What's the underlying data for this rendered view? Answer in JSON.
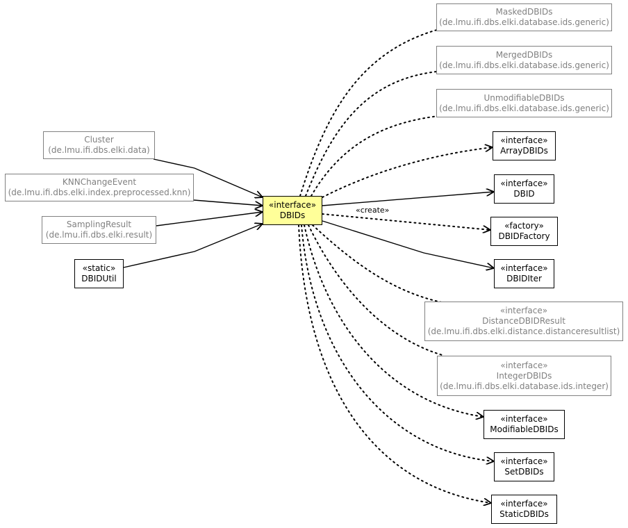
{
  "center": {
    "stereotype": "«interface»",
    "name": "DBIDs"
  },
  "incoming": [
    {
      "id": "cluster",
      "name": "Cluster",
      "package": "(de.lmu.ifi.dbs.elki.data)",
      "external": true
    },
    {
      "id": "knnchangeevent",
      "name": "KNNChangeEvent",
      "package": "(de.lmu.ifi.dbs.elki.index.preprocessed.knn)",
      "external": true
    },
    {
      "id": "samplingresult",
      "name": "SamplingResult",
      "package": "(de.lmu.ifi.dbs.elki.result)",
      "external": true
    },
    {
      "id": "dbidutil",
      "stereotype": "«static»",
      "name": "DBIDUtil",
      "external": false
    }
  ],
  "outgoing": [
    {
      "id": "maskeddbids",
      "name": "MaskedDBIDs",
      "package": "(de.lmu.ifi.dbs.elki.database.ids.generic)",
      "external": true,
      "relation": "realizes"
    },
    {
      "id": "mergeddbids",
      "name": "MergedDBIDs",
      "package": "(de.lmu.ifi.dbs.elki.database.ids.generic)",
      "external": true,
      "relation": "realizes"
    },
    {
      "id": "unmodifiabledbids",
      "name": "UnmodifiableDBIDs",
      "package": "(de.lmu.ifi.dbs.elki.database.ids.generic)",
      "external": true,
      "relation": "realizes"
    },
    {
      "id": "arraydbids",
      "stereotype": "«interface»",
      "name": "ArrayDBIDs",
      "external": false,
      "relation": "extends"
    },
    {
      "id": "dbid",
      "stereotype": "«interface»",
      "name": "DBID",
      "external": false,
      "relation": "uses"
    },
    {
      "id": "dbidfactory",
      "stereotype": "«factory»",
      "name": "DBIDFactory",
      "external": false,
      "relation": "create",
      "label": "«create»"
    },
    {
      "id": "dbiditer",
      "stereotype": "«interface»",
      "name": "DBIDIter",
      "external": false,
      "relation": "uses"
    },
    {
      "id": "distancedbidresult",
      "stereotype": "«interface»",
      "name": "DistanceDBIDResult",
      "package": "(de.lmu.ifi.dbs.elki.distance.distanceresultlist)",
      "external": true,
      "relation": "extends"
    },
    {
      "id": "integerdbids",
      "stereotype": "«interface»",
      "name": "IntegerDBIDs",
      "package": "(de.lmu.ifi.dbs.elki.database.ids.integer)",
      "external": true,
      "relation": "extends"
    },
    {
      "id": "modifiabledbids",
      "stereotype": "«interface»",
      "name": "ModifiableDBIDs",
      "external": false,
      "relation": "extends"
    },
    {
      "id": "setdbids",
      "stereotype": "«interface»",
      "name": "SetDBIDs",
      "external": false,
      "relation": "extends"
    },
    {
      "id": "staticdbids",
      "stereotype": "«interface»",
      "name": "StaticDBIDs",
      "external": false,
      "relation": "extends"
    }
  ]
}
